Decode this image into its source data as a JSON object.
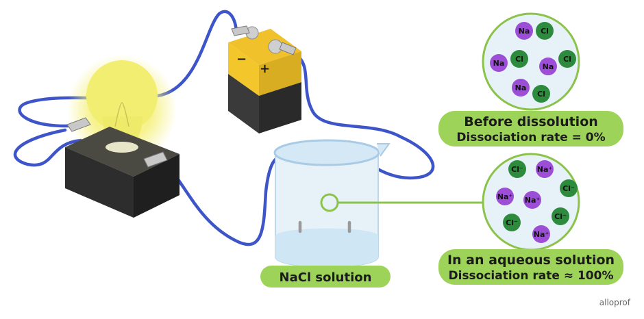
{
  "solution_label": "NaCl solution",
  "before": {
    "title": "Before dissolution",
    "rate": "Dissociation rate = 0%",
    "pairs": [
      {
        "a": "Na",
        "b": "Cl"
      },
      {
        "a": "Na",
        "b": "Cl"
      },
      {
        "a": "Na",
        "b": "Cl"
      },
      {
        "a": "Na",
        "b": "Cl"
      }
    ]
  },
  "after": {
    "title": "In an aqueous solution",
    "rate": "Dissociation rate ≈ 100%",
    "ions": [
      "Cl⁻",
      "Na⁺",
      "Na⁺",
      "Na⁺",
      "Cl⁻",
      "Cl⁻",
      "Cl⁻",
      "Na⁺"
    ]
  },
  "battery": {
    "minus": "−",
    "plus": "+"
  },
  "logo": "alloprof",
  "colors": {
    "wire": "#3d55c8",
    "green_label": "#9ed35a",
    "green_border": "#8bc34a",
    "sodium": "#9c4fd6",
    "chlorine": "#2e8b3e",
    "battery_top": "#f4c52a",
    "battery_body": "#3b3b3b",
    "bulb": "#f3ee6a",
    "water": "#cfe6f5"
  }
}
